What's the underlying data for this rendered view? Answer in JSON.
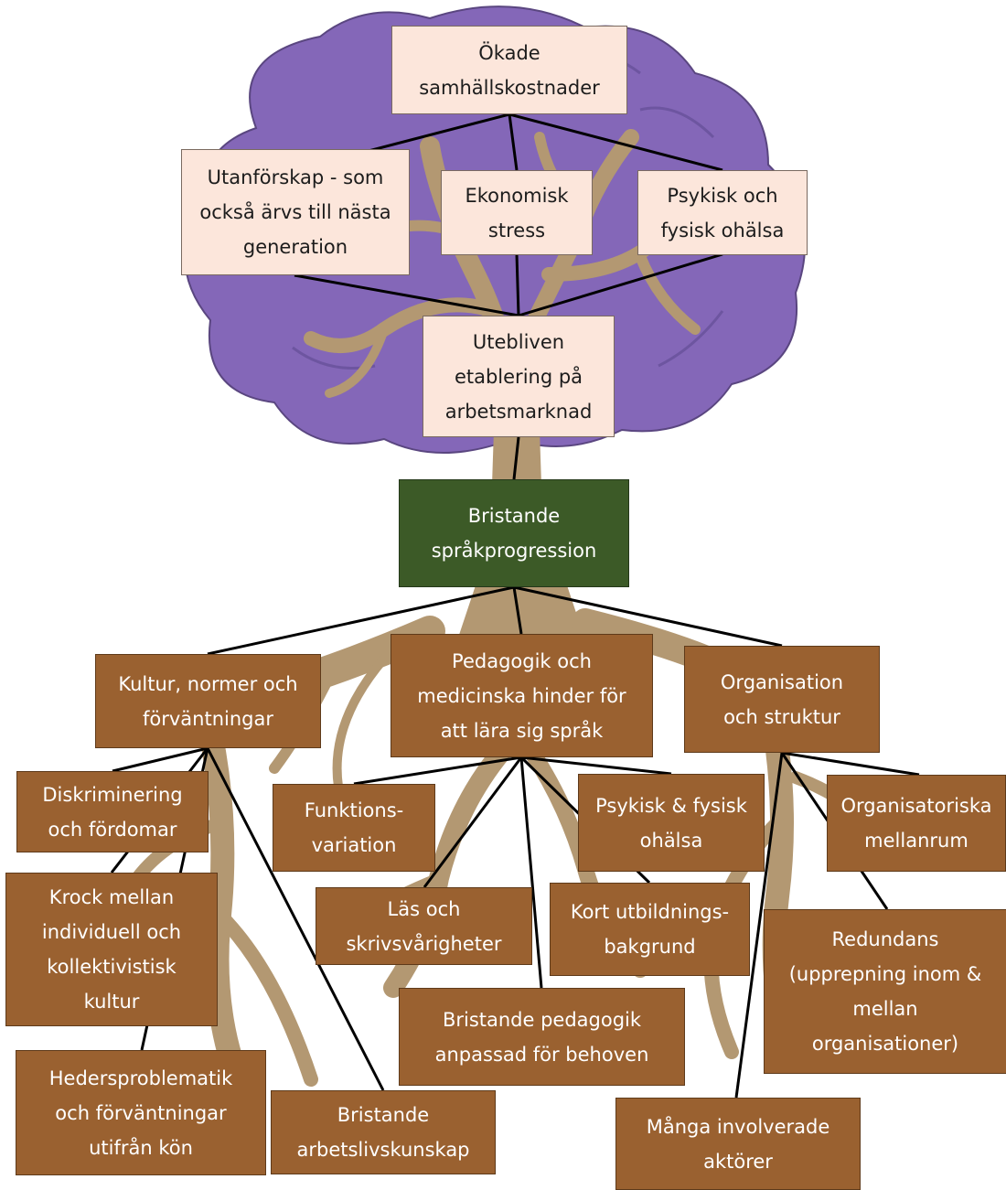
{
  "top": {
    "okade": "Ökade\nsamhällskostnader",
    "utanforskap": "Utanförskap - som\nockså ärvs till nästa\ngeneration",
    "ekonomisk": "Ekonomisk\nstress",
    "psykisk_top": "Psykisk och\nfysisk ohälsa",
    "uteblivet": "Utebliven\netablering på\narbetsmarknad"
  },
  "core": "Bristande\nspråkprogression",
  "categories": {
    "kultur": "Kultur, normer och\nförväntningar",
    "pedagogik": "Pedagogik och\nmedicinska hinder för\natt lära sig språk",
    "organisation": "Organisation\noch struktur"
  },
  "roots": {
    "diskriminering": "Diskriminering\noch fördomar",
    "krock": "Krock mellan\nindividuell och\nkollektivistisk\nkultur",
    "heder": "Hedersproblematik\noch förväntningar\nutifrån kön",
    "arbetsliv": "Bristande\narbetslivskunskap",
    "funktion": "Funktions-\nvariation",
    "lasoch": "Läs och\nskrivsvårigheter",
    "psykisk_root": "Psykisk & fysisk\nohälsa",
    "kort": "Kort utbildnings-\nbakgrund",
    "bristande_ped": "Bristande pedagogik\nanpassad för behoven",
    "org_mellanrum": "Organisatoriska\nmellanrum",
    "redundans": "Redundans\n(upprepning inom &\nmellan\norganisationer)",
    "manga": "Många involverade\naktörer"
  },
  "colors": {
    "canopy": "#8467b8",
    "trunk": "#b39872",
    "light_box": "#fce6db",
    "brown_box": "#9a6130",
    "green_box": "#3c5a27"
  }
}
